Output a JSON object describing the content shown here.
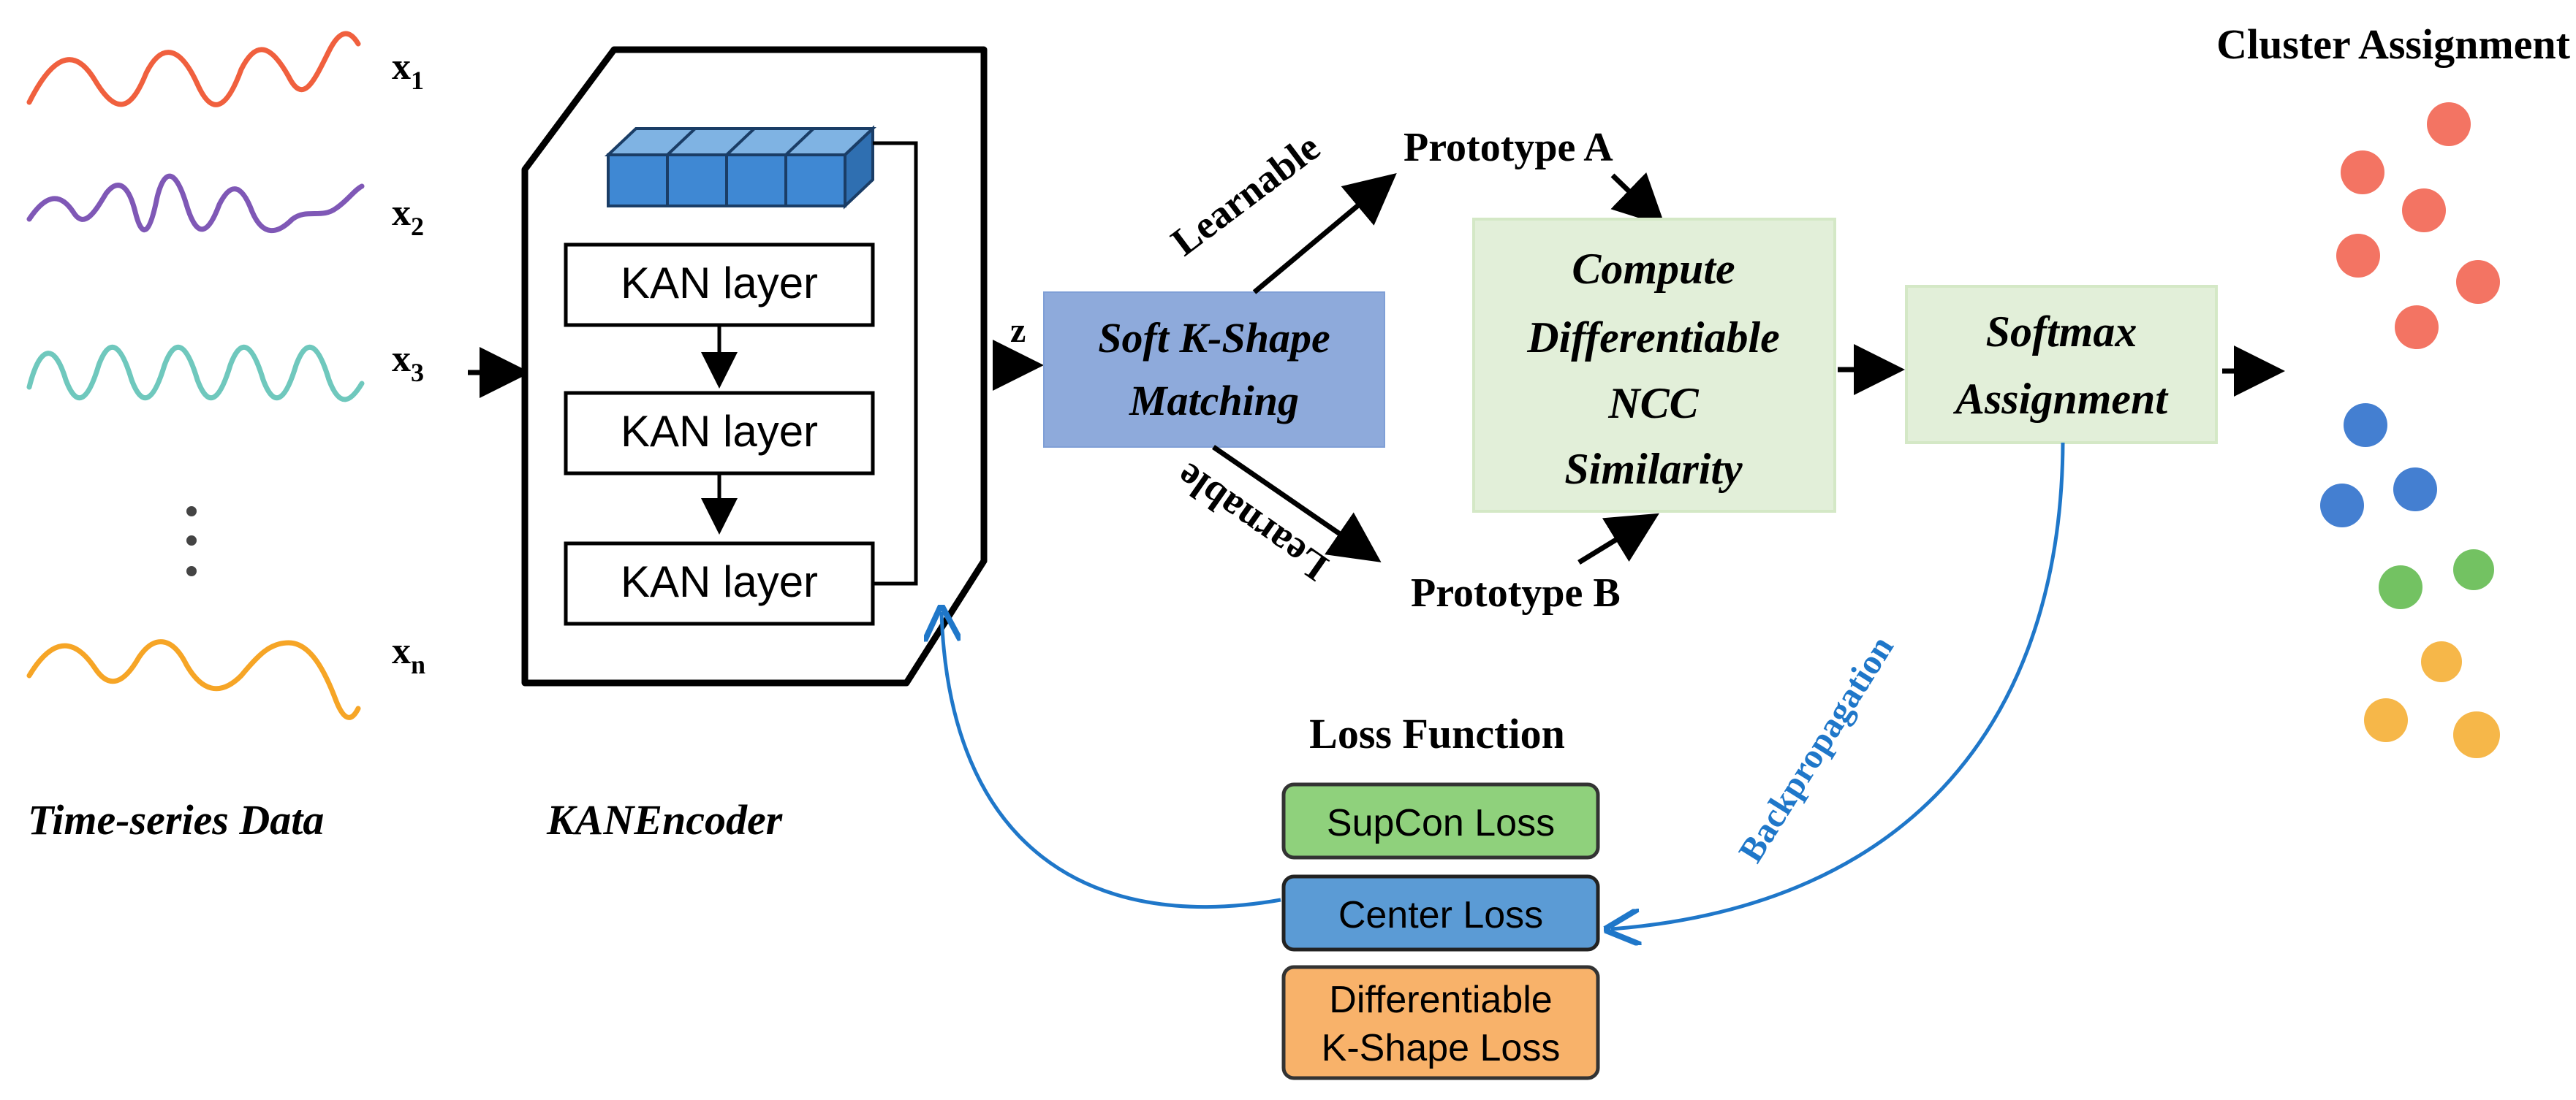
{
  "inputs": {
    "series": [
      {
        "label": "x",
        "sub": "1",
        "color": "#f0603e"
      },
      {
        "label": "x",
        "sub": "2",
        "color": "#7f58b6"
      },
      {
        "label": "x",
        "sub": "3",
        "color": "#6fc8bd"
      },
      {
        "label": "x",
        "sub": "n",
        "color": "#f6a526"
      }
    ],
    "caption": "Time-series Data"
  },
  "encoder": {
    "layers": [
      "KAN layer",
      "KAN layer",
      "KAN layer"
    ],
    "caption": "KANEncoder",
    "latent_label": "z"
  },
  "matching": {
    "box_lines": [
      "Soft K-Shape",
      "Matching"
    ],
    "box_color": "#8eaadb",
    "learnable_label": "Learnable",
    "prototype_a": "Prototype A",
    "prototype_b": "Prototype B"
  },
  "similarity": {
    "box_lines": [
      "Compute",
      "Differentiable",
      "NCC",
      "Similarity"
    ],
    "box_color": "#e2efd9"
  },
  "softmax": {
    "box_lines": [
      "Softmax",
      "Assignment"
    ],
    "box_color": "#e2efd9"
  },
  "clusters": {
    "title": "Cluster Assignment",
    "colors": {
      "red": "#f26d5b",
      "blue": "#3a78cf",
      "green": "#6cbf5a",
      "orange": "#f6b33f"
    }
  },
  "loss": {
    "title": "Loss Function",
    "items": [
      {
        "label": "SupCon Loss",
        "color": "#8fd17c"
      },
      {
        "label": "Center Loss",
        "color": "#5b9bd5"
      },
      {
        "label_lines": [
          "Differentiable",
          "K-Shape Loss"
        ],
        "color": "#f8b26a"
      }
    ]
  },
  "feedback": {
    "label": "Backpropagation",
    "color": "#1f77c9"
  }
}
